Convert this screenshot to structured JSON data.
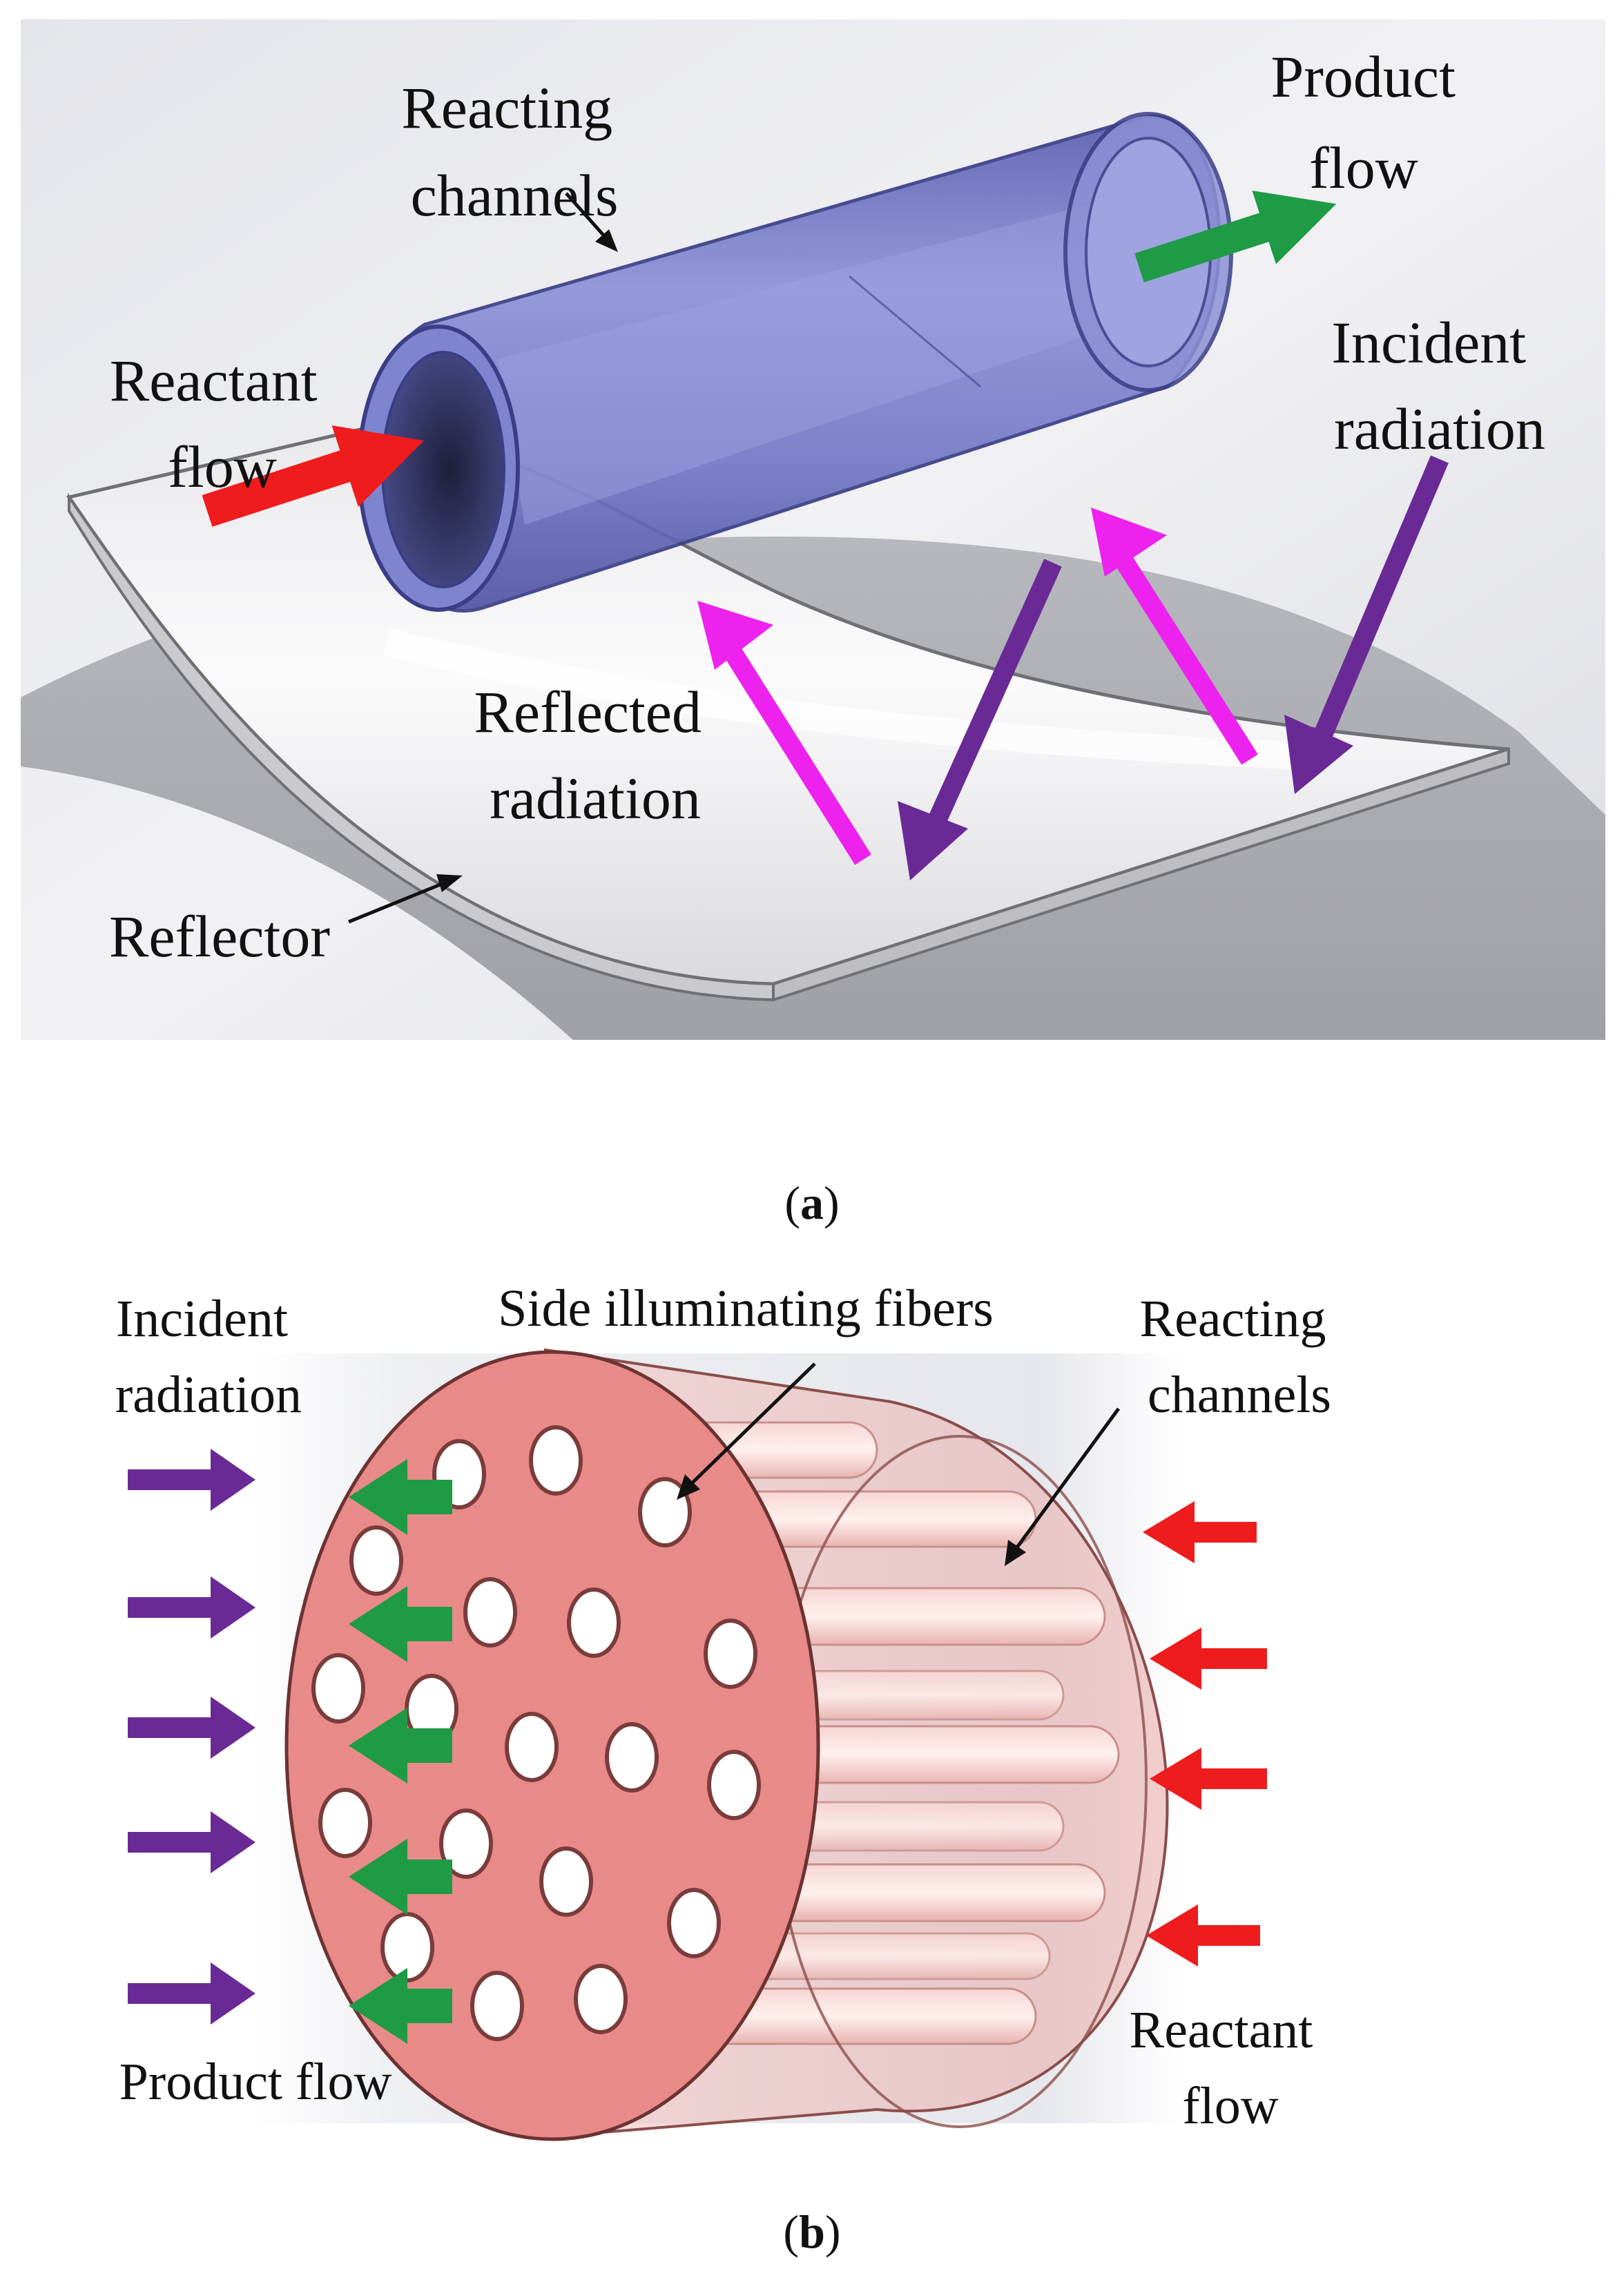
{
  "panel_a": {
    "labels": {
      "reacting_channels": [
        "Reacting",
        "channels"
      ],
      "product_flow": [
        "Product",
        "flow"
      ],
      "reactant_flow": [
        "Reactant",
        "flow"
      ],
      "incident_radiation": [
        "Incident",
        "radiation"
      ],
      "reflected_radiation": [
        "Reflected",
        "radiation"
      ],
      "reflector": "Reflector"
    },
    "caption": {
      "open": "(",
      "letter": "a",
      "close": ")"
    }
  },
  "panel_b": {
    "labels": {
      "incident_radiation": [
        "Incident",
        "radiation"
      ],
      "side_illuminating_fibers": "Side illuminating fibers",
      "reacting_channels": [
        "Reacting",
        "channels"
      ],
      "product_flow": "Product flow",
      "reactant_flow": [
        "Reactant",
        "flow"
      ]
    },
    "caption": {
      "open": "(",
      "letter": "b",
      "close": ")"
    }
  },
  "colors": {
    "reactant_arrow": "#ee1c1c",
    "product_arrow": "#1f9a45",
    "incident_arrow": "#6a2a96",
    "reflected_arrow": "#ee22ee",
    "tube": "#6f74c4",
    "bundle_face": "#e88a88"
  }
}
